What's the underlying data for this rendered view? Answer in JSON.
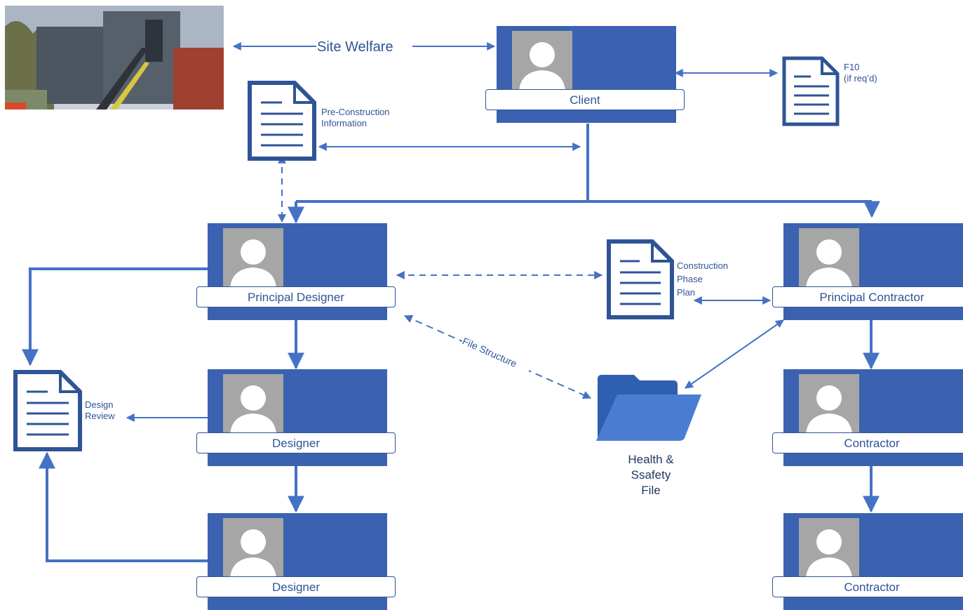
{
  "roles": {
    "client": "Client",
    "principal_designer": "Principal Designer",
    "designer_1": "Designer",
    "designer_2": "Designer",
    "principal_contractor": "Principal Contractor",
    "contractor_1": "Contractor",
    "contractor_2": "Contractor"
  },
  "documents": {
    "f10": "F10\n(if req’d)",
    "pre_construction": "Pre-Construction\nInformation",
    "construction_phase_plan": "Construction\nPhase\nPlan",
    "design_review": "Design\nReview"
  },
  "folder": {
    "label": "Health &\nSsafety\nFile"
  },
  "connectors": {
    "site_welfare": "Site Welfare",
    "file_structure": "File Structure"
  },
  "colors": {
    "primary": "#3a62b0",
    "line": "#4472c4",
    "text": "#2f5496",
    "avatar": "#a6a6a6",
    "folder": "#4472c4"
  },
  "icons": {
    "photo": "site-welfare-cabins-photo",
    "document": "document-icon",
    "folder": "folder-icon",
    "avatar": "person-avatar-icon"
  }
}
